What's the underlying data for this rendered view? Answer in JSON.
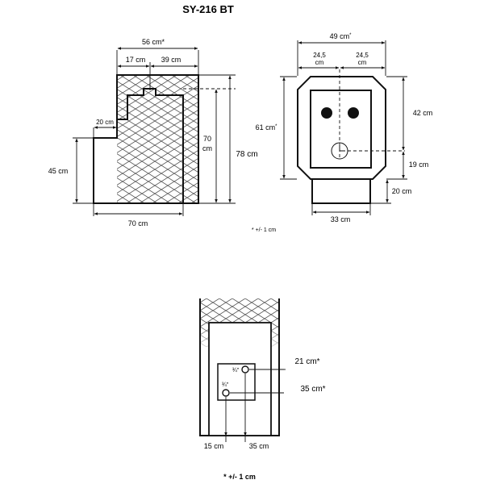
{
  "title": "SY-216 BT",
  "side_view": {
    "width_top": "56 cm*",
    "width_left": "17 cm",
    "width_right": "39 cm",
    "step_width": "20 cm",
    "step_height": "45 cm",
    "inner_height": "70 cm",
    "inner_height_line1": "70",
    "inner_height_line2": "cm",
    "total_height": "78 cm",
    "base_width": "70 cm"
  },
  "front_view": {
    "width_total": "49 cm",
    "width_total_mark": "*",
    "half_left": "24,5",
    "half_left_unit": "cm",
    "half_right": "24,5",
    "half_right_unit": "cm",
    "body_height": "61 cm",
    "body_height_mark": "*",
    "panel_height": "42 cm",
    "clock_height": "19 cm",
    "base_height": "20 cm",
    "base_width": "33 cm"
  },
  "tolerance_note_top": "* +/- 1 cm",
  "rear_view": {
    "upper_conn_size": "¾\"",
    "lower_conn_size": "¾\"",
    "upper_conn_height": "21 cm*",
    "lower_conn_height": "35 cm*",
    "left_offset": "15 cm",
    "right_offset": "35 cm"
  },
  "tolerance_note_bottom": "* +/- 1 cm"
}
